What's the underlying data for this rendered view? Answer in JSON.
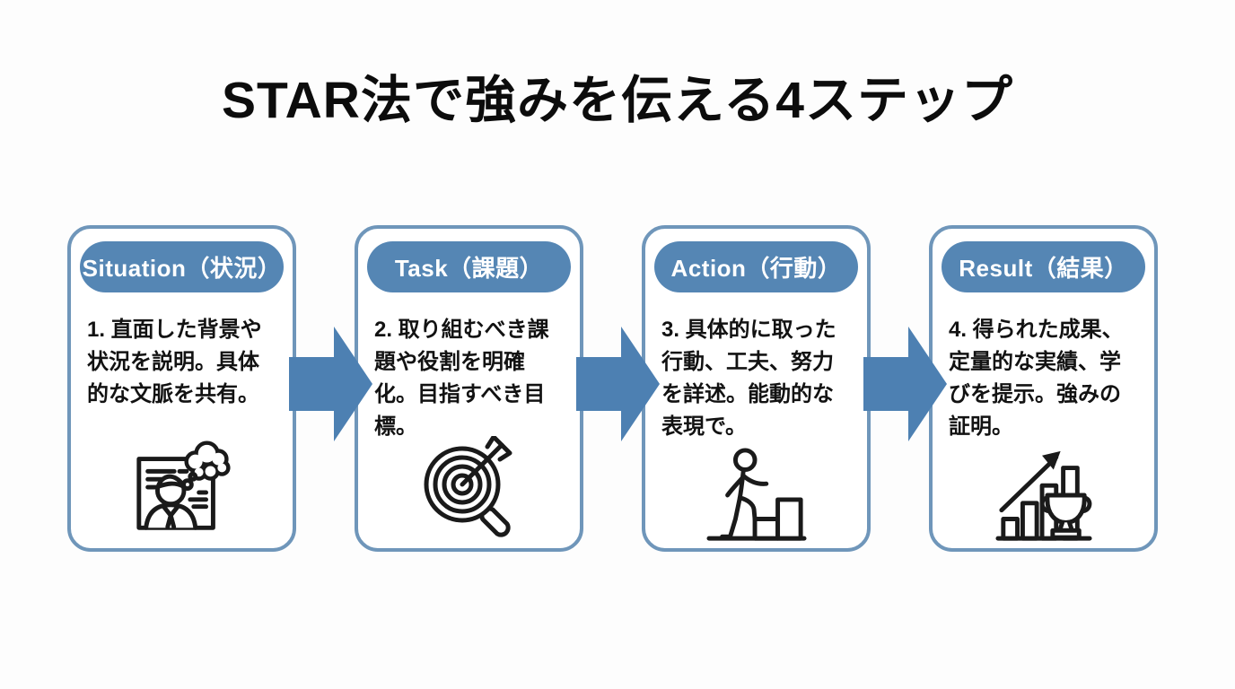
{
  "title": "STAR法で強みを伝える4ステップ",
  "steps": [
    {
      "header": "Situation（状況）",
      "body": "1. 直面した背景や状況を説明。具体的な文脈を共有。",
      "icon": "person-presentation-thought-icon"
    },
    {
      "header": "Task（課題）",
      "body": "2. 取り組むべき課題や役割を明確化。目指すべき目標。",
      "icon": "target-dart-magnifier-icon"
    },
    {
      "header": "Action（行動）",
      "body": "3. 具体的に取った行動、工夫、努力を詳述。能動的な表現で。",
      "icon": "person-climbing-steps-icon"
    },
    {
      "header": "Result（結果）",
      "body": "4. 得られた成果、定量的な実績、学びを提示。強みの証明。",
      "icon": "growth-chart-trophy-icon"
    }
  ],
  "connectors": {
    "icon": "right-arrow-icon",
    "count": 3
  },
  "colors": {
    "accent_blue": "#5586b4",
    "card_border": "#6f96ba",
    "arrow_blue": "#4d80b2",
    "header_text": "#ffffff",
    "body_text": "#121212",
    "background": "#fdfdfd"
  }
}
